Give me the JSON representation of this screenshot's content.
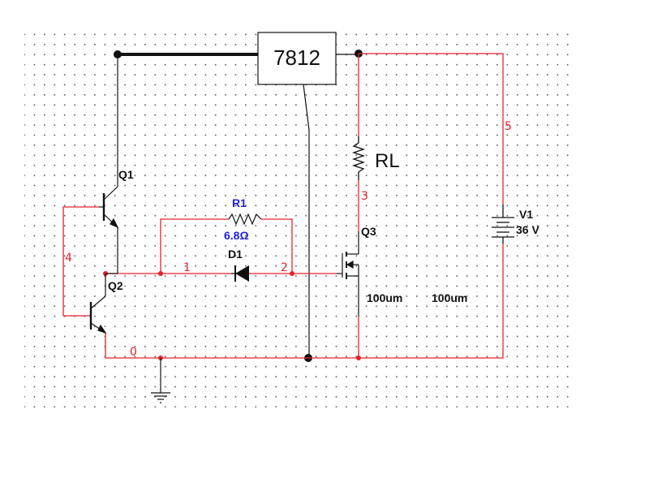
{
  "regulator": {
    "label": "7812"
  },
  "load": {
    "label": "RL"
  },
  "transistors": {
    "q1": {
      "label": "Q1"
    },
    "q2": {
      "label": "Q2"
    },
    "q3": {
      "label": "Q3"
    }
  },
  "resistor_r1": {
    "label": "R1",
    "value": "6.8Ω"
  },
  "diode_d1": {
    "label": "D1"
  },
  "source_v1": {
    "label": "V1",
    "value": "36 V"
  },
  "mosfet_params": {
    "width": "100um",
    "length": "100um"
  },
  "nets": {
    "n0": "0",
    "n1": "1",
    "n2": "2",
    "n3": "3",
    "n4": "4",
    "n5": "5"
  },
  "colors": {
    "wire": "#e8202a",
    "black_wire": "#111111",
    "net_label": "#e8202a",
    "r1_label": "#2222dd",
    "grid_dot": "#555555"
  }
}
